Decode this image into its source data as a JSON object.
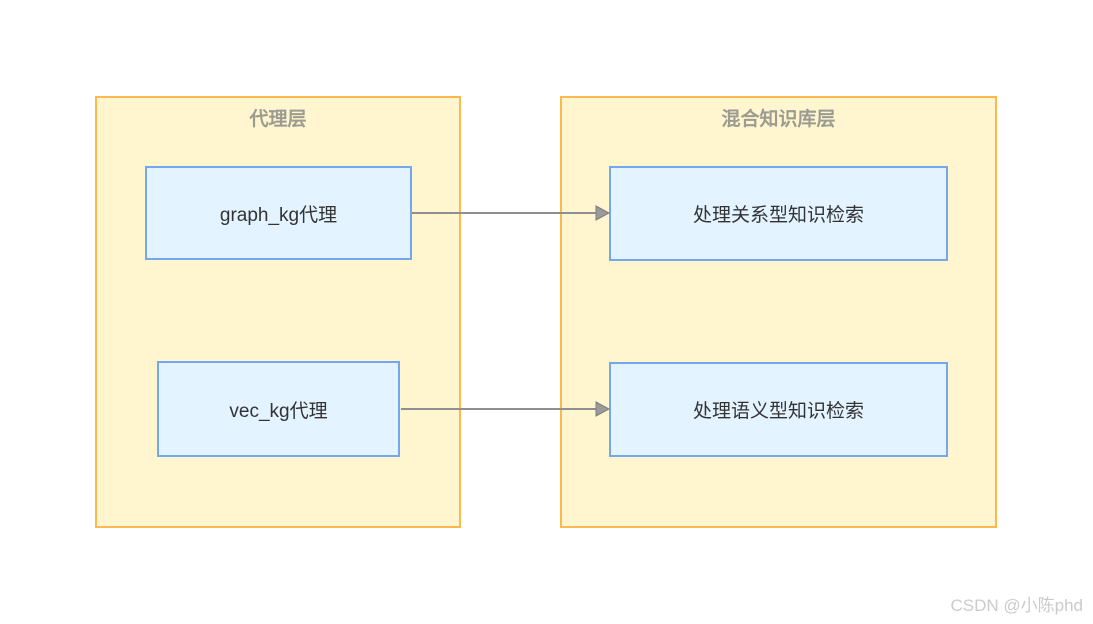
{
  "diagram": {
    "type": "flowchart",
    "containers": [
      {
        "id": "agent-layer",
        "title": "代理层",
        "nodes": [
          {
            "id": "graph_kg",
            "label": "graph_kg代理"
          },
          {
            "id": "vec_kg",
            "label": "vec_kg代理"
          }
        ]
      },
      {
        "id": "hybrid-kb-layer",
        "title": "混合知识库层",
        "nodes": [
          {
            "id": "relational",
            "label": "处理关系型知识检索"
          },
          {
            "id": "semantic",
            "label": "处理语义型知识检索"
          }
        ]
      }
    ],
    "edges": [
      {
        "from": "graph_kg代理",
        "to": "处理关系型知识检索",
        "style": "arrow"
      },
      {
        "from": "vec_kg代理",
        "to": "处理语义型知识检索",
        "style": "arrow"
      }
    ],
    "colors": {
      "container_fill": "#FFF6CF",
      "container_border": "#FFB84D",
      "node_fill": "#E3F3FF",
      "node_border": "#74A7F0",
      "edge": "#8F8F8F",
      "title_text": "#9B9B91",
      "node_text": "#333333",
      "watermark": "#CBCBCB"
    }
  },
  "watermark": {
    "text": "CSDN @小陈phd"
  }
}
